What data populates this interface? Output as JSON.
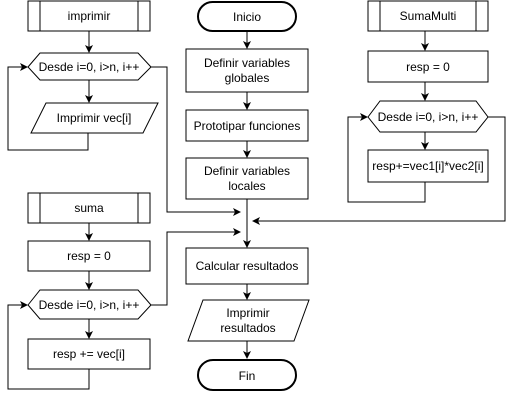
{
  "diagram": {
    "type": "flowchart",
    "main_flow": {
      "start": "Inicio",
      "step1_line1": "Definir variables",
      "step1_line2": "globales",
      "step2": "Prototipar funciones",
      "step3_line1": "Definir variables",
      "step3_line2": "locales",
      "step4": "Calcular resultados",
      "output_line1": "Imprimir",
      "output_line2": "resultados",
      "end": "Fin"
    },
    "imprimir_fn": {
      "title": "imprimir",
      "loop": "Desde i=0, i>n, i++",
      "output": "Imprimir vec[i]"
    },
    "suma_fn": {
      "title": "suma",
      "init": "resp = 0",
      "loop": "Desde i=0, i>n, i++",
      "body": "resp += vec[i]"
    },
    "sumamulti_fn": {
      "title": "SumaMulti",
      "init": "resp = 0",
      "loop": "Desde i=0, i>n, i++",
      "body": "resp+=vec1[i]*vec2[i]"
    },
    "colors": {
      "stroke": "#000000",
      "fill": "#ffffff",
      "background": "#ffffff"
    }
  }
}
